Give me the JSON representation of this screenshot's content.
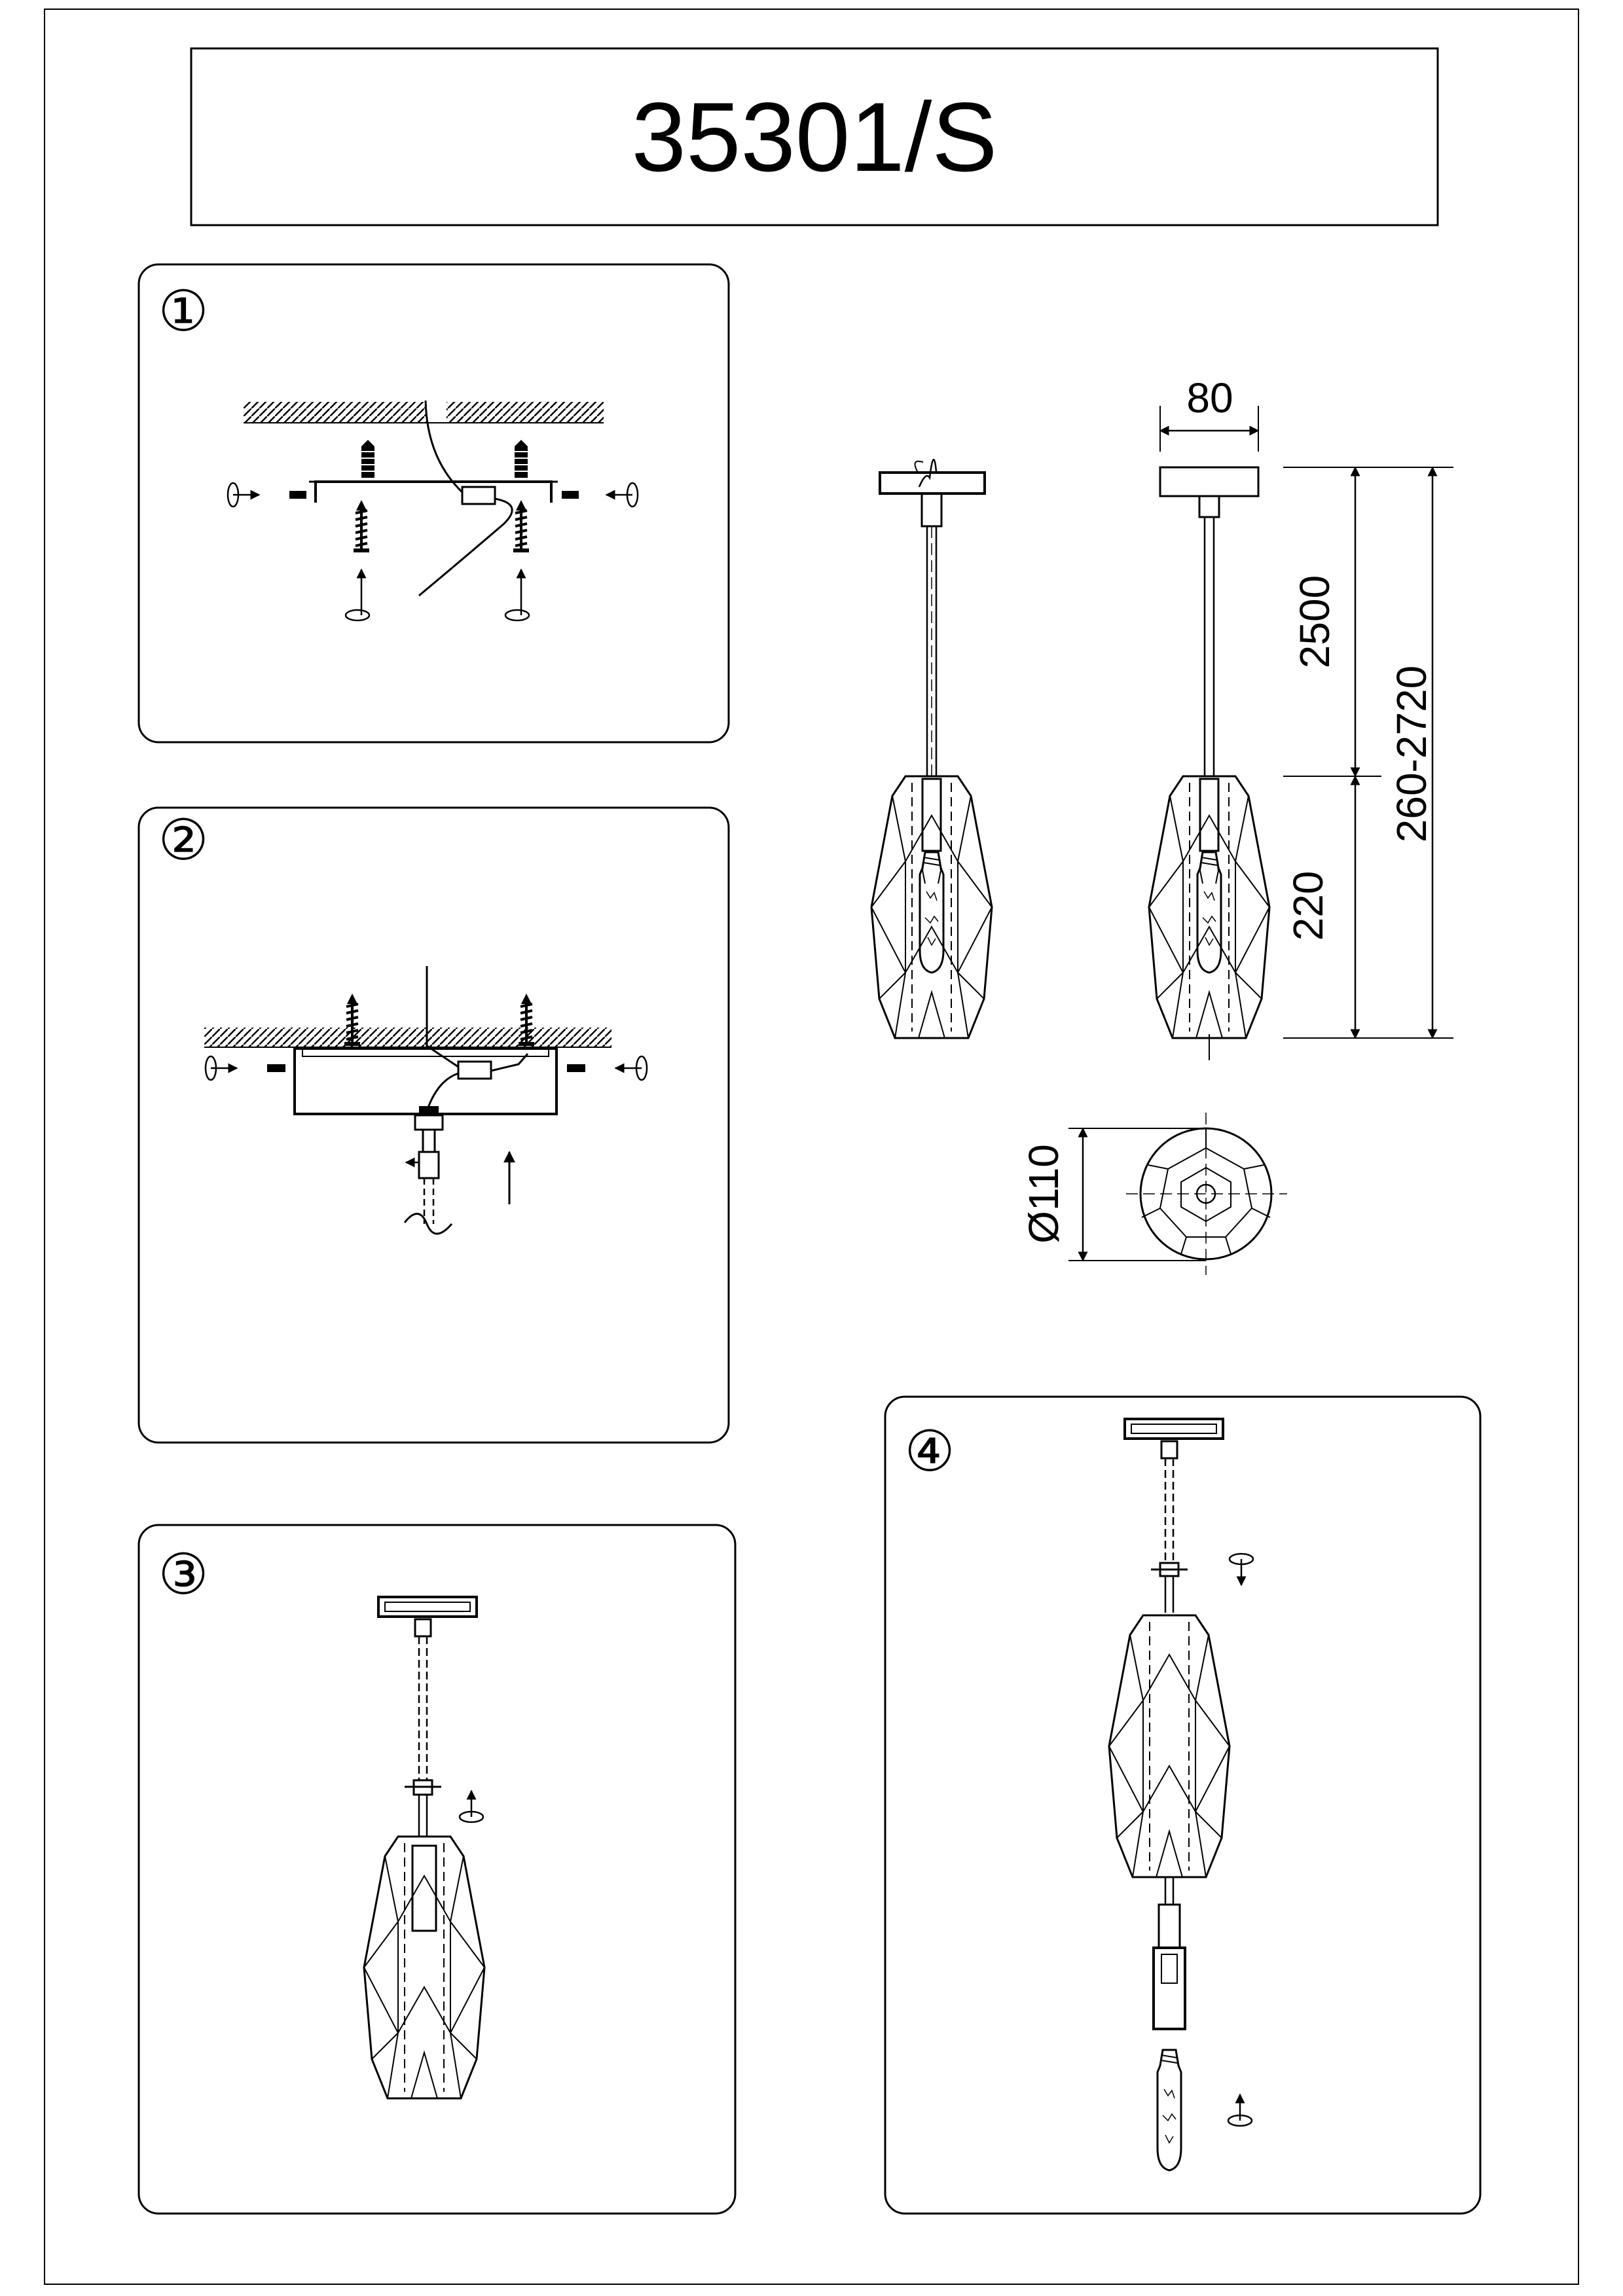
{
  "title": "35301/S",
  "steps": [
    "①",
    "②",
    "③",
    "④"
  ],
  "dimensions": {
    "canopy_width": "80",
    "cable_length": "2500",
    "total_height": "260-2720",
    "shade_height": "220",
    "shade_diameter": "Ø110"
  }
}
